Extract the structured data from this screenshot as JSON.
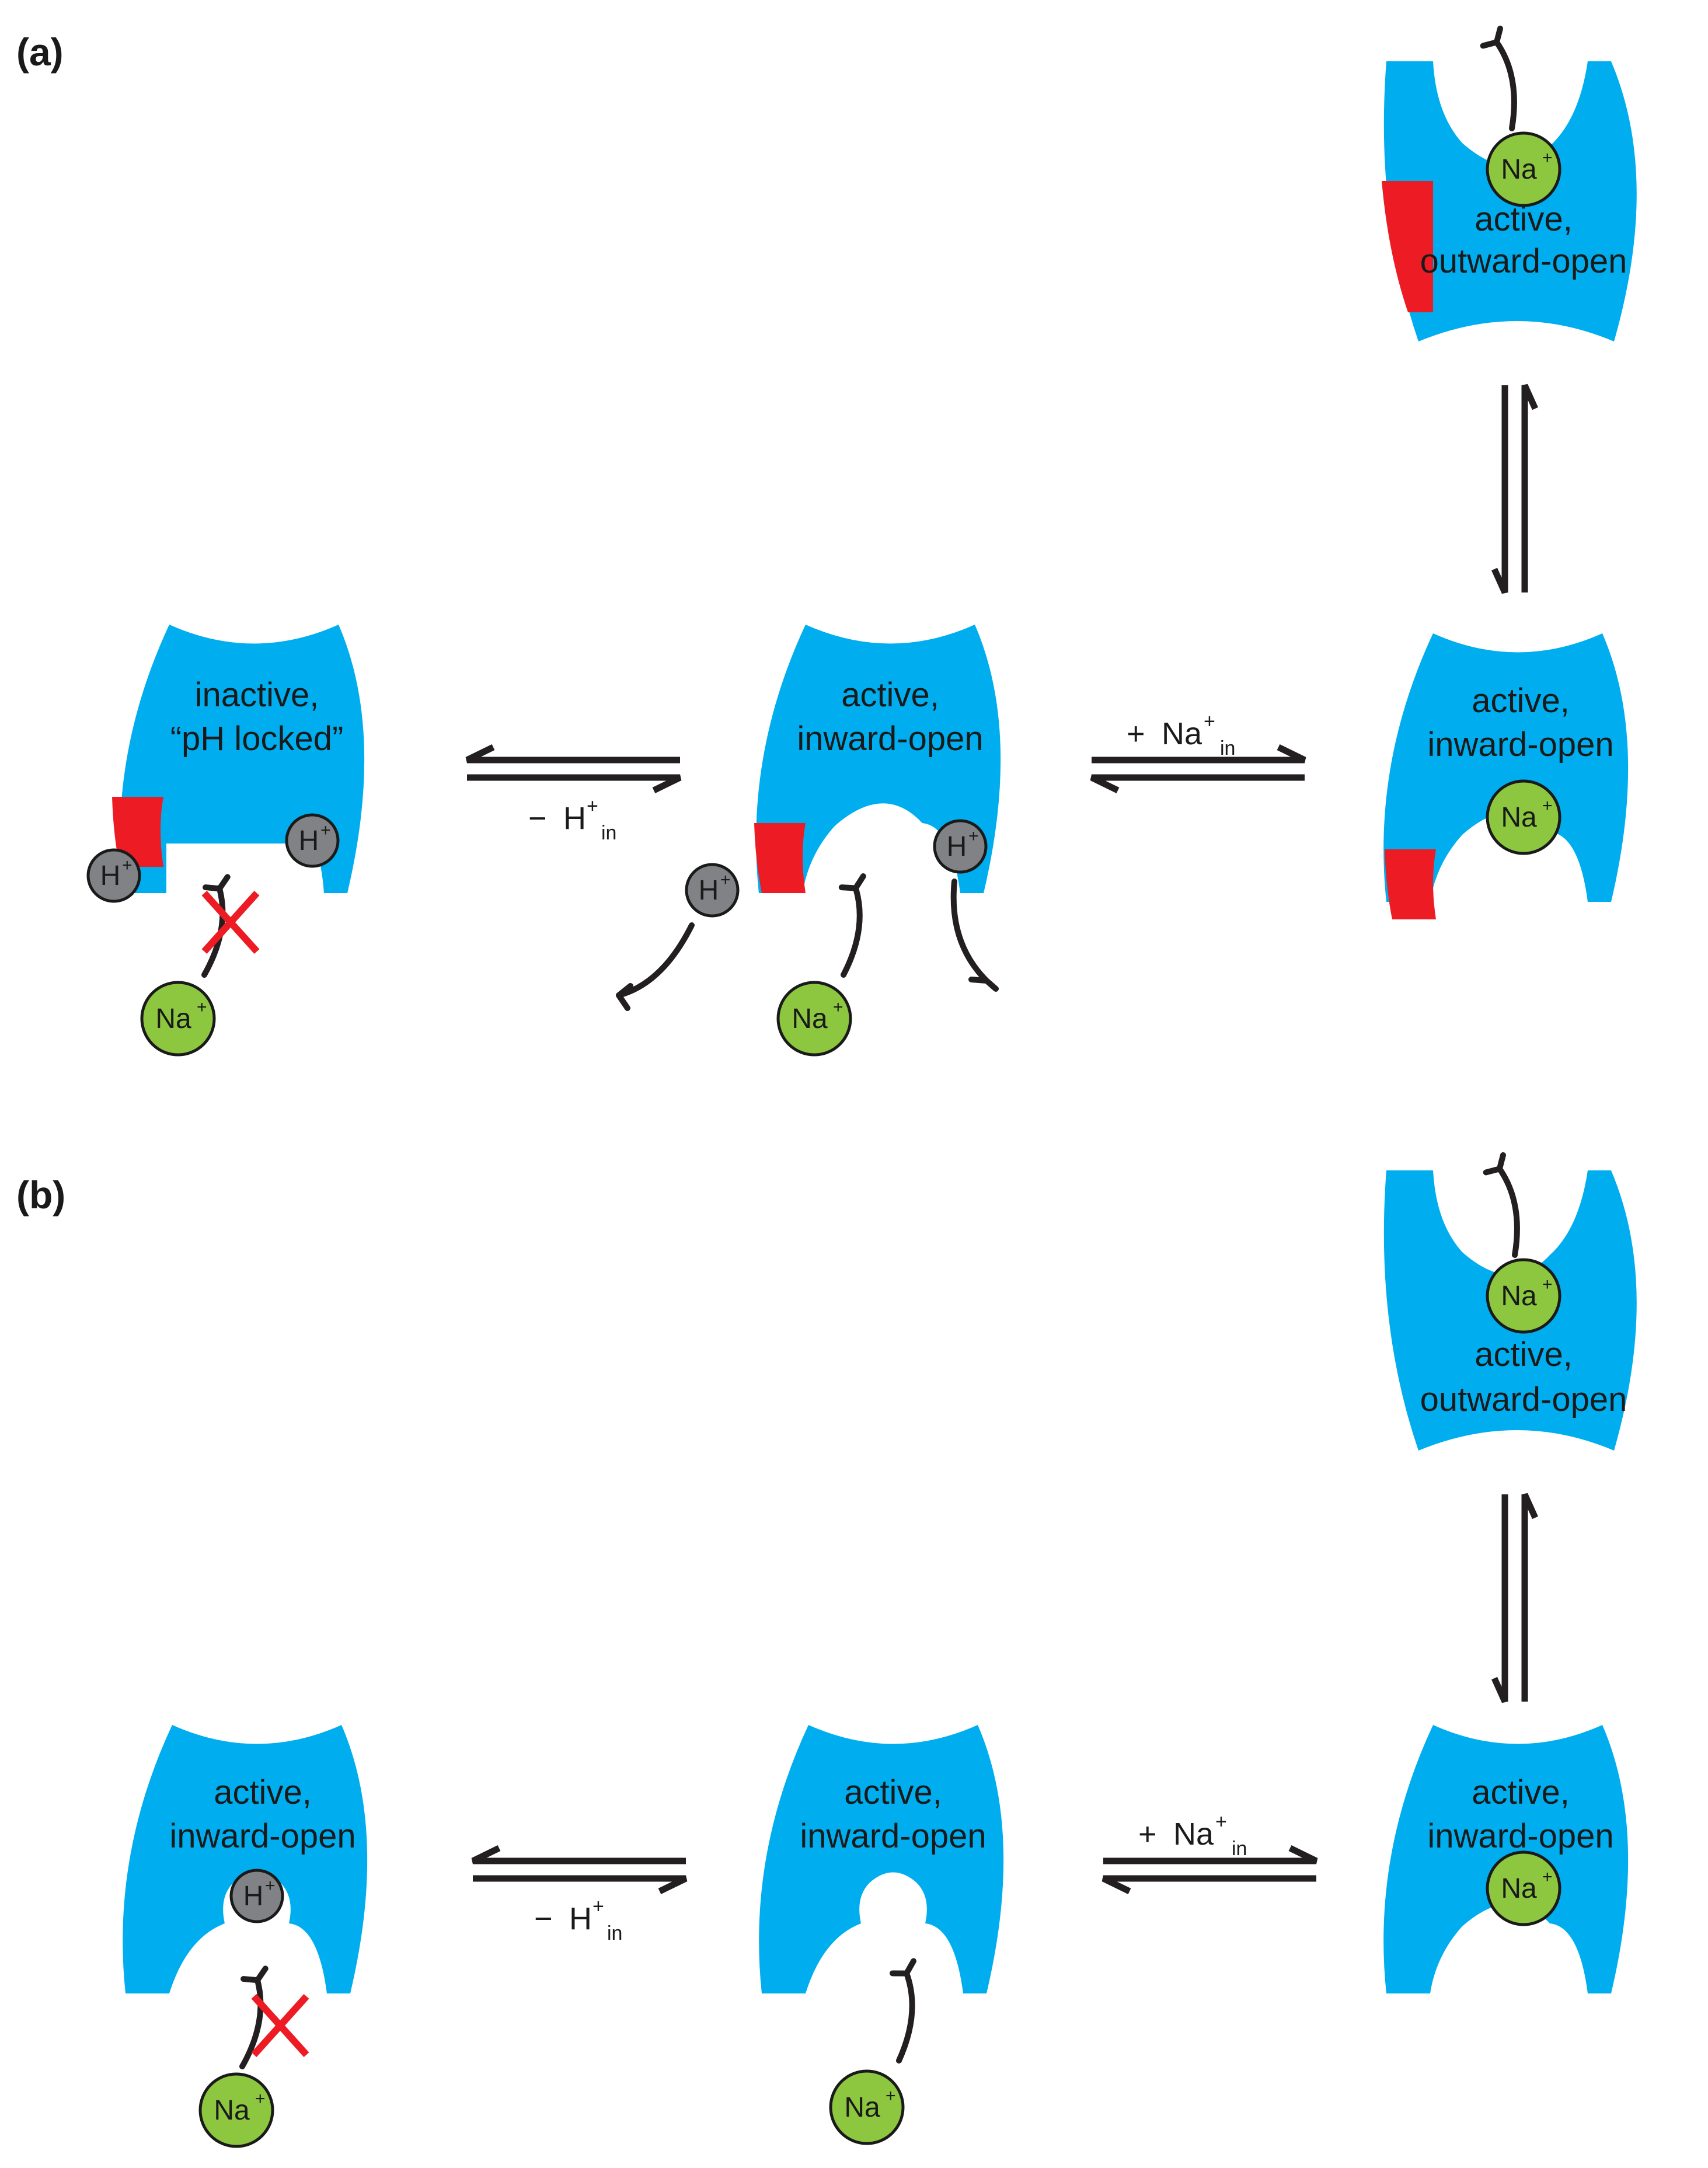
{
  "colors": {
    "transporter": "#00aeef",
    "locked_region": "#ed1c24",
    "sodium": "#8dc63f",
    "proton": "#808285",
    "arrow": "#231f20",
    "block_mark": "#ed1c24"
  },
  "panel_a": {
    "label": "(a)",
    "states": {
      "inactive": {
        "line1": "inactive,",
        "line2": "“pH locked”"
      },
      "active_inward_middle": {
        "line1": "active,",
        "line2": "inward-open"
      },
      "active_inward_right": {
        "line1": "active,",
        "line2": "inward-open"
      },
      "active_outward": {
        "line1": "active,",
        "line2": "outward-open"
      }
    },
    "eq_left": {
      "sign": "−",
      "ion": "H",
      "sup": "+",
      "sub": "in"
    },
    "eq_right": {
      "sign": "+",
      "ion": "Na",
      "sup": "+",
      "sub": "in"
    }
  },
  "panel_b": {
    "label": "(b)",
    "states": {
      "active_inward_left": {
        "line1": "active,",
        "line2": "inward-open"
      },
      "active_inward_middle": {
        "line1": "active,",
        "line2": "inward-open"
      },
      "active_inward_right": {
        "line1": "active,",
        "line2": "inward-open"
      },
      "active_outward": {
        "line1": "active,",
        "line2": "outward-open"
      }
    },
    "eq_left": {
      "sign": "−",
      "ion": "H",
      "sup": "+",
      "sub": "in"
    },
    "eq_right": {
      "sign": "+",
      "ion": "Na",
      "sup": "+",
      "sub": "in"
    }
  },
  "ions": {
    "sodium": {
      "symbol": "Na",
      "charge": "+"
    },
    "proton": {
      "symbol": "H",
      "charge": "+"
    }
  }
}
